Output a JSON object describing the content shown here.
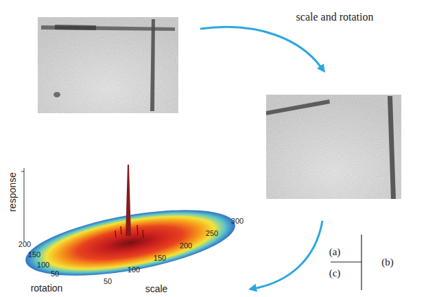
{
  "diagram": {
    "labels": [
      "scale and rotation",
      "response",
      "200",
      "150",
      "100",
      "50",
      "rotation",
      "50",
      "100",
      "150",
      "200",
      "250",
      "300",
      "scale",
      "(a)",
      "(b)",
      "(c)"
    ]
  }
}
